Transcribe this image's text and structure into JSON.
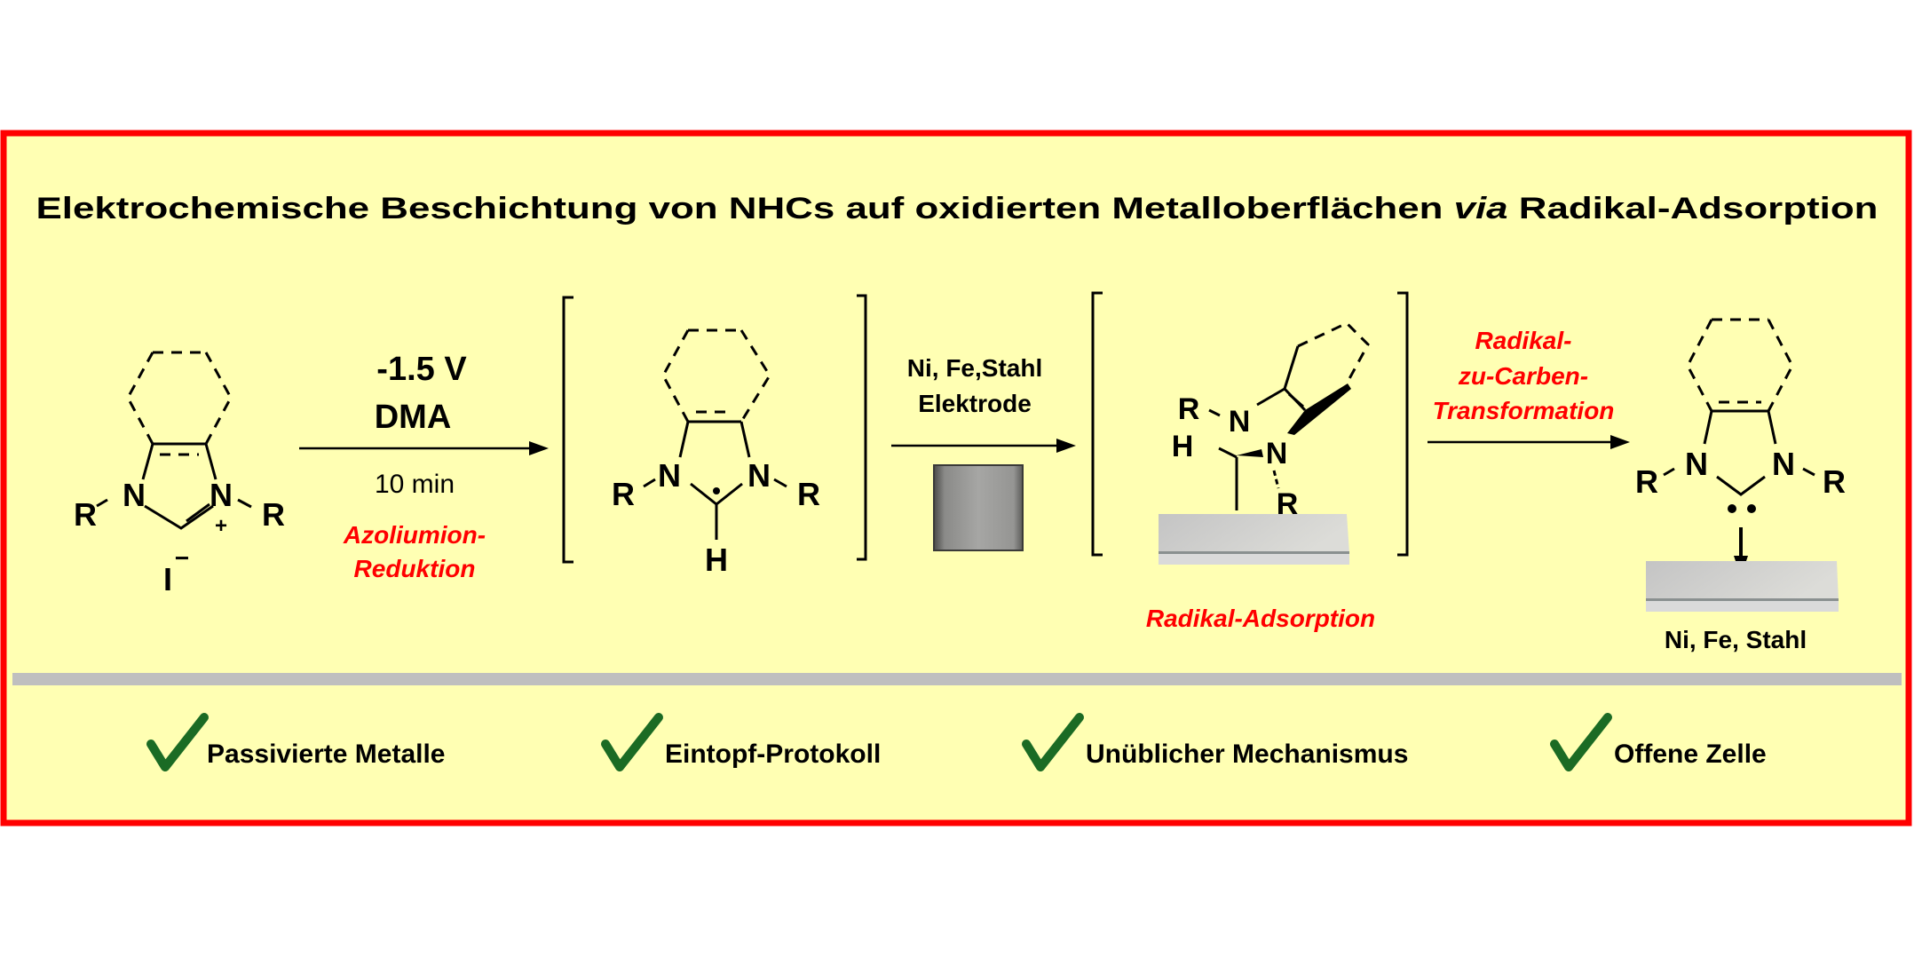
{
  "title": {
    "part1": "Elektrochemische Beschichtung von NHCs auf oxidierten Metalloberflächen ",
    "italic": "via",
    "part2": " Radikal-Adsorption"
  },
  "colors": {
    "background": "#ffffb3",
    "frame": "#ff0000",
    "divider": "#bfbfbf",
    "check": "#1b6b24",
    "highlight": "#ff0000"
  },
  "step1": {
    "potential": "-1.5 V",
    "solvent": "DMA",
    "time": "10 min",
    "label_line1": "Azoliumion-",
    "label_line2": "Reduktion"
  },
  "step2": {
    "line1": "Ni, Fe,Stahl",
    "line2": "Elektrode"
  },
  "step3": {
    "line1": "Radikal-",
    "line2": "zu-Carben-",
    "line3": "Transformation"
  },
  "adsorption_label": "Radikal-Adsorption",
  "surface_label": "Ni, Fe, Stahl",
  "atoms": {
    "R": "R",
    "N": "N",
    "H": "H",
    "I": "I",
    "minus": "−",
    "plus": "+"
  },
  "features": [
    {
      "label": "Passivierte Metalle",
      "icon": "check-icon"
    },
    {
      "label": "Eintopf-Protokoll",
      "icon": "check-icon"
    },
    {
      "label": "Unüblicher Mechanismus",
      "icon": "check-icon"
    },
    {
      "label": "Offene Zelle",
      "icon": "check-icon"
    }
  ]
}
